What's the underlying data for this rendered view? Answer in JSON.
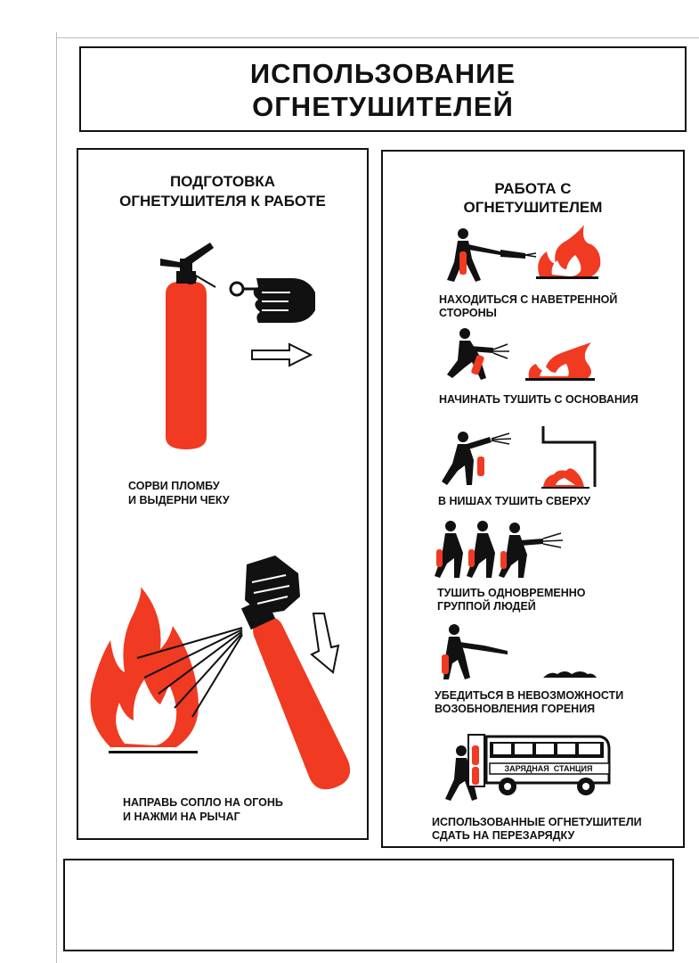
{
  "title": {
    "line1": "ИСПОЛЬЗОВАНИЕ",
    "line2": "ОГНЕТУШИТЕЛЕЙ"
  },
  "left_panel": {
    "heading_line1": "ПОДГОТОВКА",
    "heading_line2": "ОГНЕТУШИТЕЛЯ К РАБОТЕ",
    "step1_line1": "СОРВИ ПЛОМБУ",
    "step1_line2": "И ВЫДЕРНИ ЧЕКУ",
    "step2_line1": "НАПРАВЬ СОПЛО НА ОГОНЬ",
    "step2_line2": "И НАЖМИ НА РЫЧАГ"
  },
  "right_panel": {
    "heading_line1": "РАБОТА С",
    "heading_line2": "ОГНЕТУШИТЕЛЕМ",
    "rules": [
      {
        "line1": "НАХОДИТЬСЯ С НАВЕТРЕННОЙ",
        "line2": "СТОРОНЫ"
      },
      {
        "line1": "НАЧИНАТЬ ТУШИТЬ С ОСНОВАНИЯ",
        "line2": ""
      },
      {
        "line1": "В НИШАХ ТУШИТЬ СВЕРХУ",
        "line2": ""
      },
      {
        "line1": "ТУШИТЬ ОДНОВРЕМЕННО",
        "line2": "ГРУППОЙ ЛЮДЕЙ"
      },
      {
        "line1": "УБЕДИТЬСЯ В НЕВОЗМОЖНОСТИ",
        "line2": "ВОЗОБНОВЛЕНИЯ ГОРЕНИЯ"
      },
      {
        "line1": "ИСПОЛЬЗОВАННЫЕ ОГНЕТУШИТЕЛИ",
        "line2": "СДАТЬ НА ПЕРЕЗАРЯДКУ"
      }
    ],
    "bus_label": "ЗАРЯДНАЯ  СТАНЦИЯ"
  },
  "colors": {
    "red": "#f03a22",
    "ink": "#111111"
  },
  "icons": [
    "extinguisher-icon",
    "hand-icon",
    "arrow-right-icon",
    "fire-icon",
    "person-icon",
    "bus-icon",
    "arrow-down-icon"
  ]
}
